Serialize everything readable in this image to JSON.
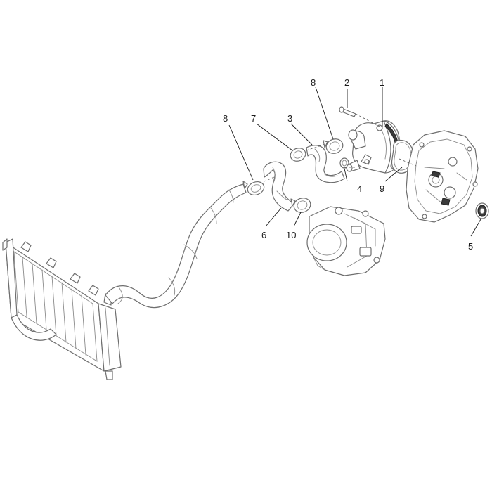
{
  "callouts": [
    {
      "id": "1",
      "text": "1"
    },
    {
      "id": "2",
      "text": "2"
    },
    {
      "id": "3",
      "text": "3"
    },
    {
      "id": "4",
      "text": "4"
    },
    {
      "id": "5",
      "text": "5"
    },
    {
      "id": "6",
      "text": "6"
    },
    {
      "id": "7",
      "text": "7"
    },
    {
      "id": "8a",
      "text": "8"
    },
    {
      "id": "8b",
      "text": "8"
    },
    {
      "id": "9",
      "text": "9"
    },
    {
      "id": "10",
      "text": "10"
    }
  ],
  "colors": {
    "line": "#6e6e6e",
    "label": "#1a1a1a",
    "background": "#ffffff"
  }
}
